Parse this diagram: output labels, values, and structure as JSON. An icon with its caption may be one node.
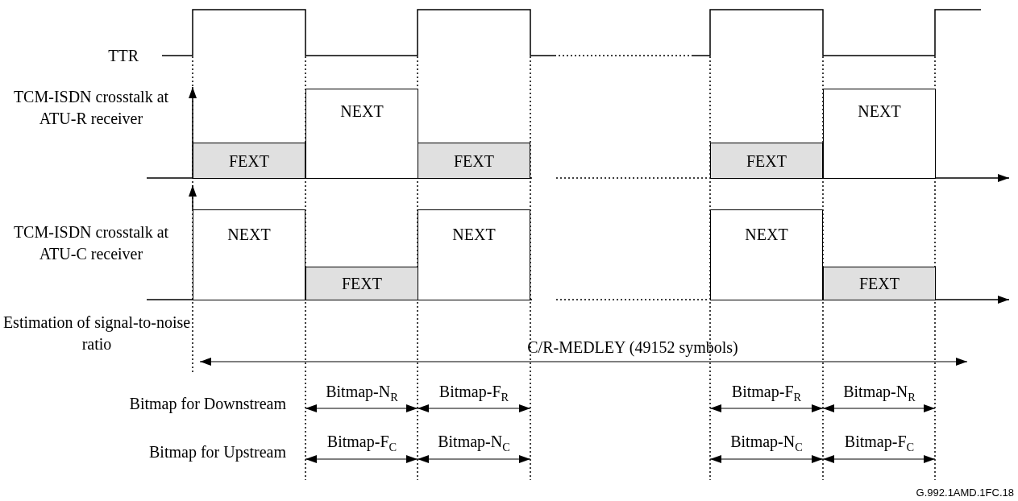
{
  "diagram": {
    "nodes": [
      {
        "text": [
          "FEXT"
        ]
      },
      {
        "text": [
          "NEXT"
        ]
      },
      {
        "text": [
          "FEXT"
        ]
      },
      {
        "text": [
          "FEXT"
        ]
      },
      {
        "text": [
          "NEXT"
        ]
      },
      {
        "text": [
          "NEXT"
        ]
      },
      {
        "text": [
          "FEXT"
        ]
      },
      {
        "text": [
          "NEXT"
        ]
      },
      {
        "text": [
          "NEXT"
        ]
      },
      {
        "text": [
          "FEXT"
        ]
      }
    ],
    "labels": [
      "TTR",
      "TCM-ISDN crosstalk at ATU-R receiver",
      "TCM-ISDN crosstalk at ATU-C receiver",
      "Estimation of signal-to-noise ratio",
      "C/R-MEDLEY (49152 symbols)",
      "Bitmap for Downstream",
      "Bitmap-N$_{R}$",
      "Bitmap-F$_{R}$",
      "Bitmap-F$_{R}$",
      "Bitmap-N$_{R}$",
      "Bitmap for Upstream",
      "Bitmap-F$_{C}$",
      "Bitmap-N$_{C}$",
      "Bitmap-N$_{C}$",
      "Bitmap-F$_{C}$",
      "G.992.1AMD.1FC.18"
    ]
  }
}
